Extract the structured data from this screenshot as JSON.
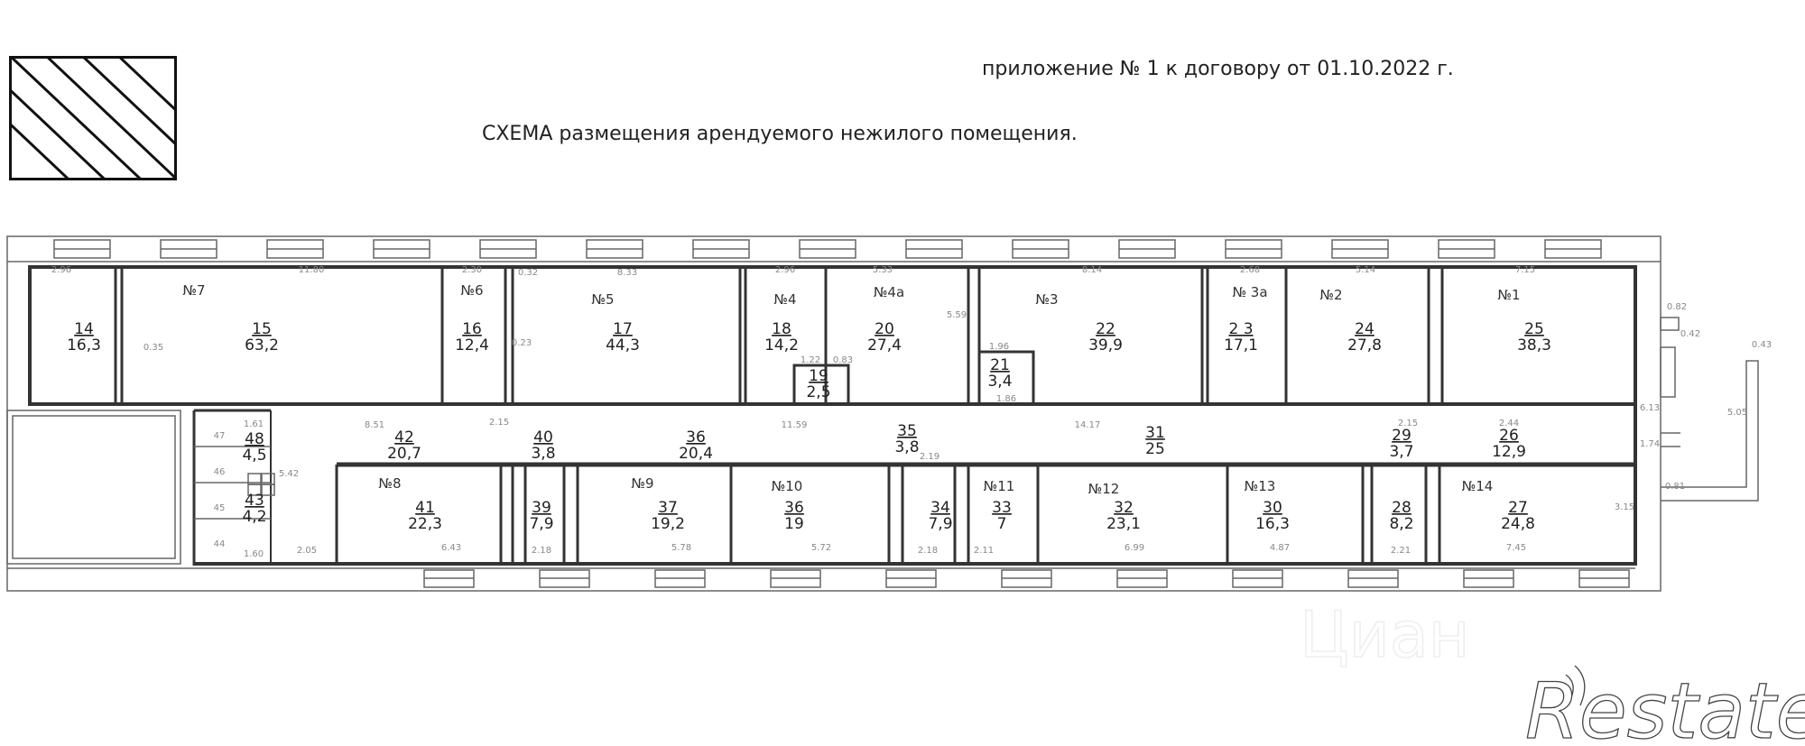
{
  "header": {
    "annex": "приложение № 1 к договору от 01.10.2022 г.",
    "title": "СХЕМА размещения арендуемого нежилого помещения."
  },
  "units": [
    "№7",
    "№6",
    "№5",
    "№4",
    "№4а",
    "№3",
    "№ 3а",
    "№2",
    "№1",
    "№8",
    "№9",
    "№10",
    "№11",
    "№12",
    "№13",
    "№14"
  ],
  "rooms": [
    {
      "num": "14",
      "area": "16,3"
    },
    {
      "num": "15",
      "area": "63,2"
    },
    {
      "num": "16",
      "area": "12,4"
    },
    {
      "num": "17",
      "area": "44,3"
    },
    {
      "num": "18",
      "area": "14,2"
    },
    {
      "num": "19",
      "area": "2,5"
    },
    {
      "num": "20",
      "area": "27,4"
    },
    {
      "num": "21",
      "area": "3,4"
    },
    {
      "num": "22",
      "area": "39,9"
    },
    {
      "num": "2 3",
      "area": "17,1"
    },
    {
      "num": "24",
      "area": "27,8"
    },
    {
      "num": "25",
      "area": "38,3"
    },
    {
      "num": "42",
      "area": "20,7"
    },
    {
      "num": "40",
      "area": "3,8"
    },
    {
      "num": "36",
      "area": "20,4"
    },
    {
      "num": "35",
      "area": "3,8"
    },
    {
      "num": "31",
      "area": "25"
    },
    {
      "num": "29",
      "area": "3,7"
    },
    {
      "num": "26",
      "area": "12,9"
    },
    {
      "num": "48",
      "area": "4,5"
    },
    {
      "num": "43",
      "area": "4,2"
    },
    {
      "num": "41",
      "area": "22,3"
    },
    {
      "num": "39",
      "area": "7,9"
    },
    {
      "num": "37",
      "area": "19,2"
    },
    {
      "num": "36",
      "area": "19"
    },
    {
      "num": "34",
      "area": "7,9"
    },
    {
      "num": "33",
      "area": "7"
    },
    {
      "num": "32",
      "area": "23,1"
    },
    {
      "num": "30",
      "area": "16,3"
    },
    {
      "num": "28",
      "area": "8,2"
    },
    {
      "num": "27",
      "area": "24,8"
    }
  ],
  "small_rooms": [
    "47",
    "46",
    "45",
    "44"
  ],
  "dims": [
    "2.96",
    "11.80",
    "2.30",
    "0.32",
    "8.33",
    "2.96",
    "5.33",
    "8.14",
    "2.68",
    "5.14",
    "7.15",
    "0.82",
    "0.42",
    "0.43",
    "5.05",
    "6.13",
    "1.74",
    "0.81",
    "3.15",
    "7.45",
    "2.21",
    "4.87",
    "6.99",
    "2.11",
    "2.18",
    "5.72",
    "5.78",
    "2.18",
    "6.43",
    "2.05",
    "1.60",
    "1.61",
    "8.51",
    "2.15",
    "11.59",
    "14.17",
    "2.15",
    "2.44",
    "2.19",
    "1.22",
    "0.83",
    "1.96",
    "1.86",
    "5.59",
    "5.42",
    "0.35",
    "0.23"
  ],
  "legend": {
    "pattern": "diagonal-hatch"
  },
  "watermark": "Циан",
  "logo": "Restate",
  "colors": {
    "wall": "#333333",
    "dimension": "#888888",
    "text": "#222222"
  }
}
